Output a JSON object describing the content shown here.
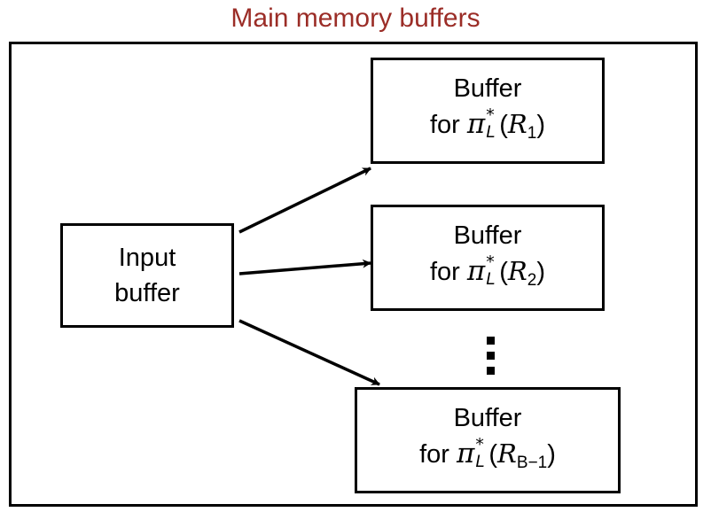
{
  "title": "Main memory buffers",
  "input_buffer": {
    "line1": "Input",
    "line2": "buffer"
  },
  "buffers": [
    {
      "line1": "Buffer",
      "prefix": "for ",
      "pi": "π",
      "sup": "*",
      "subL": "L",
      "open": "(",
      "R": "R",
      "sub": "1",
      "close": ")"
    },
    {
      "line1": "Buffer",
      "prefix": "for ",
      "pi": "π",
      "sup": "*",
      "subL": "L",
      "open": "(",
      "R": "R",
      "sub": "2",
      "close": ")"
    },
    {
      "line1": "Buffer",
      "prefix": "for ",
      "pi": "π",
      "sup": "*",
      "subL": "L",
      "open": "(",
      "R": "R",
      "sub": "B−1",
      "close": ")"
    }
  ],
  "ellipsis": "⋮"
}
